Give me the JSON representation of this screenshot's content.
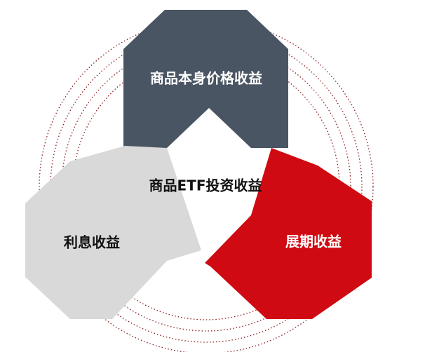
{
  "diagram": {
    "center_label": "商品ETF投资收益",
    "segments": [
      {
        "id": "top",
        "label": "商品本身价格收益",
        "fill": "#4a5563",
        "text_color": "#ffffff"
      },
      {
        "id": "left",
        "label": "利息收益",
        "fill": "#d9d9d9",
        "text_color": "#111111"
      },
      {
        "id": "right",
        "label": "展期收益",
        "fill": "#d00a12",
        "text_color": "#ffffff"
      }
    ],
    "ring_color": "#8b1a1a",
    "ring_count": 4
  }
}
